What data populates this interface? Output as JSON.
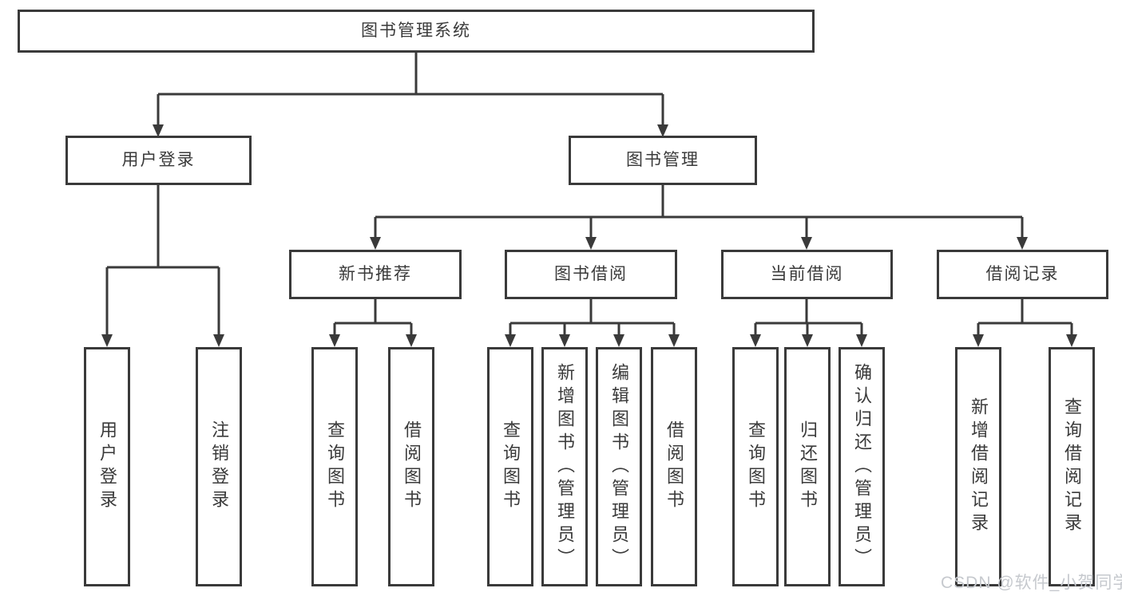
{
  "diagram": {
    "root": {
      "label": "图书管理系统"
    },
    "branches": [
      {
        "label": "用户登录",
        "children": [
          {
            "label": "用户登录"
          },
          {
            "label": "注销登录"
          }
        ]
      },
      {
        "label": "图书管理",
        "children": [
          {
            "label": "新书推荐",
            "children": [
              {
                "label": "查询图书"
              },
              {
                "label": "借阅图书"
              }
            ]
          },
          {
            "label": "图书借阅",
            "children": [
              {
                "label": "查询图书"
              },
              {
                "label": "新增图书（管理员）"
              },
              {
                "label": "编辑图书（管理员）"
              },
              {
                "label": "借阅图书"
              }
            ]
          },
          {
            "label": "当前借阅",
            "children": [
              {
                "label": "查询图书"
              },
              {
                "label": "归还图书"
              },
              {
                "label": "确认归还（管理员）"
              }
            ]
          },
          {
            "label": "借阅记录",
            "children": [
              {
                "label": "新增借阅记录"
              },
              {
                "label": "查询借阅记录"
              }
            ]
          }
        ]
      }
    ]
  },
  "watermark": {
    "text": "CSDN @软件_小贺同学"
  },
  "colors": {
    "line": "#3a3a3a",
    "text": "#3a3a3a",
    "box_background": "#ffffff",
    "page_background": "#ffffff",
    "watermark": "#c6c9ce"
  }
}
